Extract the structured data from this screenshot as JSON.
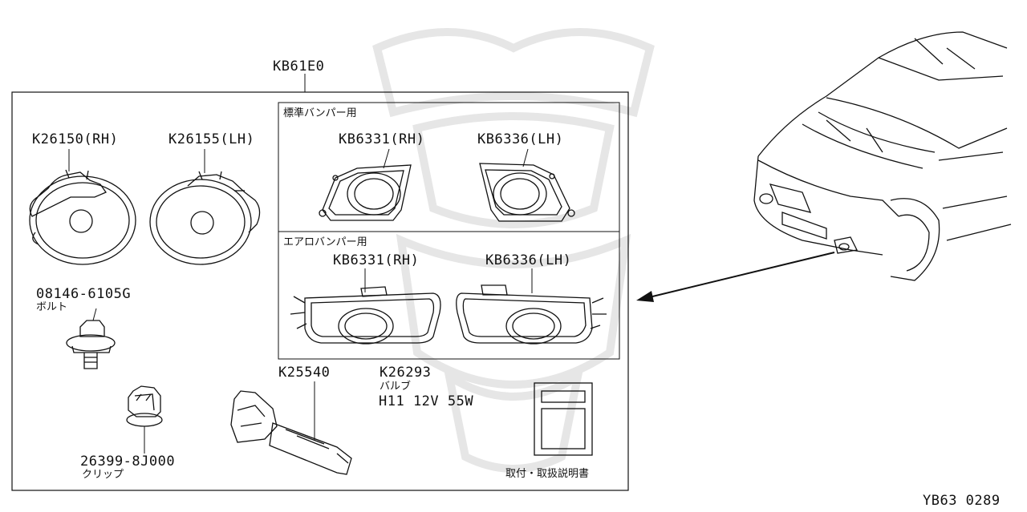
{
  "assembly": {
    "part_no": "KB61E0"
  },
  "lamps": {
    "rh": {
      "part_no": "K26150",
      "side": "(RH)"
    },
    "lh": {
      "part_no": "K26155",
      "side": "(LH)"
    }
  },
  "standard_bumper": {
    "title": "標準バンパー用",
    "rh": {
      "part_no": "KB6331",
      "side": "(RH)"
    },
    "lh": {
      "part_no": "KB6336",
      "side": "(LH)"
    }
  },
  "aero_bumper": {
    "title": "エアロバンパー用",
    "rh": {
      "part_no": "KB6331",
      "side": "(RH)"
    },
    "lh": {
      "part_no": "KB6336",
      "side": "(LH)"
    }
  },
  "bolt": {
    "part_no": "08146-6105G",
    "name": "ボルト"
  },
  "clip": {
    "part_no": "26399-8J000",
    "name": "クリップ"
  },
  "switch": {
    "part_no": "K25540"
  },
  "bulb": {
    "part_no": "K26293",
    "name": "バルブ",
    "spec": "H11 12V 55W"
  },
  "manual": {
    "name": "取付・取扱説明書"
  },
  "diagram_code": "YB63 0289"
}
